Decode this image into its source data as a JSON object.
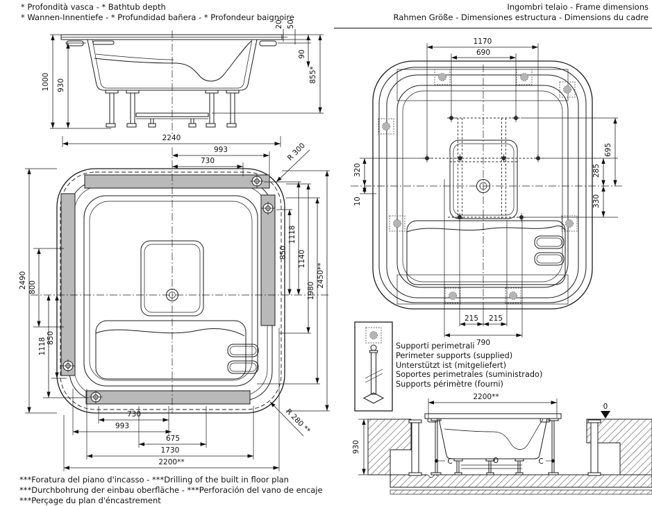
{
  "colors": {
    "line": "#1a1a1a",
    "support_fill": "#b9b9b9",
    "hatch": "#555555"
  },
  "titles": {
    "depth_line1": "* Profondità vasca - * Bathtub depth",
    "depth_line2": "* Wannen-Innentiefe - * Profundidad bañera - * Profondeur baignoire",
    "frame_line1": "Ingombri telaio - Frame dimensions",
    "frame_line2": "Rahmen Größe - Dimensiones estructura - Dimensions du cadre"
  },
  "footnotes": {
    "line1": "***Foratura del piano d'incasso - ***Drilling of the built in floor plan",
    "line2": "***Durchbohrung der einbau oberfläche - ***Perforación del vano de encaje",
    "line3": "***Perçage du plan d'éncastrement"
  },
  "legend": {
    "line1": "Supporti perimetrali",
    "line2": "Perimeter supports (supplied)",
    "line3": "Unterstützt ist (mitgeliefert)",
    "line4": "Soportes perimetrales (suministrado)",
    "line5": "Supports  périmètre (fourni)"
  },
  "side_view": {
    "height_total": "1000",
    "height_inner": "930",
    "rim_20": "20",
    "rim_50": "50",
    "edge_90": "90",
    "depth_855": "855*",
    "width_2240": "2240"
  },
  "plan_view": {
    "top_993": "993",
    "top_730": "730",
    "radius_top": "R 300",
    "right_850": "850",
    "right_1118": "1118",
    "right_1140": "1140",
    "right_1980": "1980",
    "right_2450": "2450**",
    "left_2490": "2490",
    "left_800": "800",
    "left_850": "850",
    "left_1118": "1118",
    "bottom_730": "730",
    "bottom_993": "993",
    "bottom_675": "675",
    "bottom_1730": "1730",
    "bottom_2200": "2200**",
    "radius_bottom": "R 280 **"
  },
  "frame_view": {
    "top_1170": "1170",
    "top_690": "690",
    "right_695": "695",
    "right_285": "285",
    "right_330": "330",
    "left_320": "320",
    "left_10": "10",
    "bottom_215a": "215",
    "bottom_215b": "215",
    "bottom_790": "790"
  },
  "section_view": {
    "width_2200": "2200**",
    "depth_930": "930",
    "zero_level": "0",
    "c_left": "C",
    "c_right": "C",
    "o_center": "O"
  }
}
